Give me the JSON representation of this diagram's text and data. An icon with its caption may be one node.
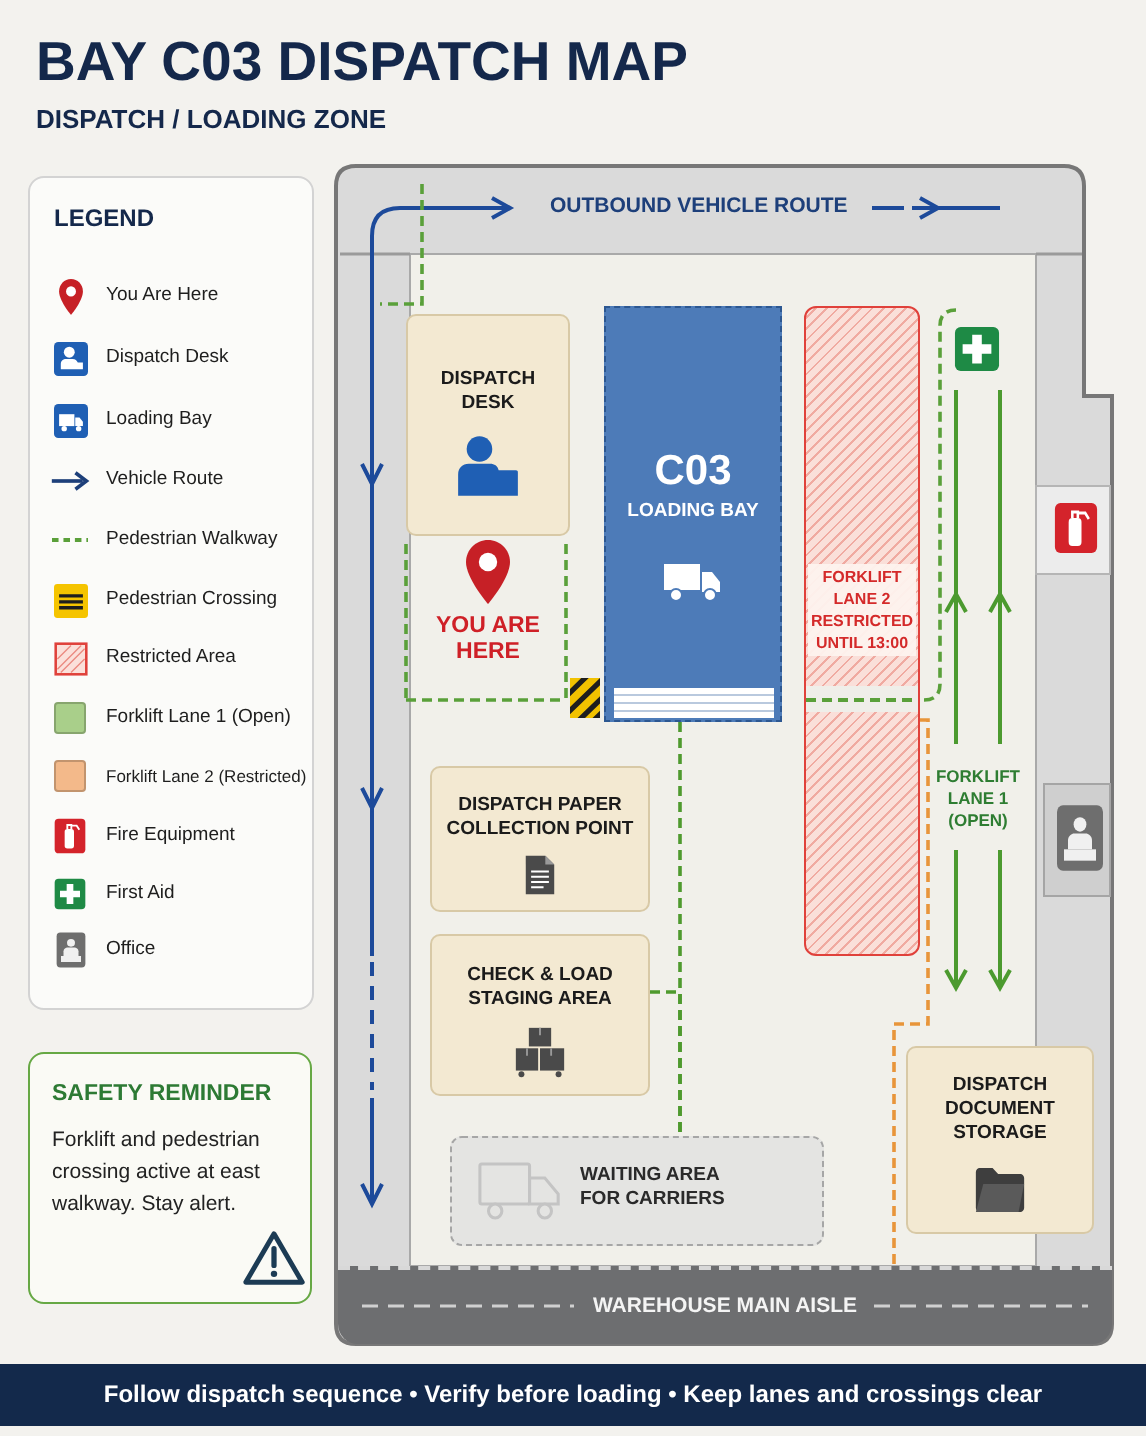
{
  "diagram": {
    "title": "BAY C03 DISPATCH MAP",
    "nodes": [
      {
        "text": [
          "SAFETY REMINDER",
          "Forklift and pedestrian crossing active at east walkway. Stay alert."
        ]
      },
      {
        "text": [
          "DISPATCH DESK"
        ]
      },
      {
        "text": [
          "C03",
          "LOADING BAY"
        ]
      },
      {
        "text": [
          "FORKLIFT LANE 2 RESTRICTED UNTIL 13:00"
        ]
      },
      {
        "text": [
          "DISPATCH PAPER COLLECTION POINT"
        ]
      },
      {
        "text": [
          "CHECK & LOAD STAGING AREA"
        ]
      },
      {
        "text": [
          "DISPATCH DOCUMENT STORAGE"
        ]
      },
      {
        "text": [
          "WAITING AREA FOR CARRIERS"
        ]
      },
      {
        "text": [
          "WAREHOUSE MAIN AISLE"
        ]
      },
      {
        "text": [
          "Follow dispatch sequence • Verify before loading • Keep lanes and crossings clear"
        ]
      }
    ],
    "edges": [
      {
        "from": 2,
        "to": 7,
        "arrow": "none",
        "style": "dashed",
        "color": "#4f9a2e"
      },
      {
        "from": 5,
        "to": 7,
        "arrow": "none",
        "style": "dashed",
        "color": "#4f9a2e"
      },
      {
        "from": 3,
        "to": 8,
        "arrow": "none",
        "style": "dashed",
        "color": "#e8953a"
      }
    ],
    "labels": [
      "DISPATCH / LOADING ZONE",
      "LEGEND",
      "OUTBOUND VEHICLE ROUTE",
      "YOU ARE HERE",
      "FORKLIFT LANE 1 (OPEN)"
    ],
    "legend": [
      {
        "text": "You Are Here"
      },
      {
        "text": "Dispatch Desk"
      },
      {
        "text": "Loading Bay"
      },
      {
        "text": "Vehicle Route"
      },
      {
        "text": "Pedestrian Walkway"
      },
      {
        "text": "Pedestrian Crossing"
      },
      {
        "text": "Restricted Area"
      },
      {
        "text": "Forklift Lane 1 (Open)",
        "color": "#a9cf8a"
      },
      {
        "text": "Forklift Lane 2 (Restricted)",
        "color": "#f3b98a"
      },
      {
        "text": "Fire Equipment"
      },
      {
        "text": "First Aid"
      },
      {
        "text": "Office"
      }
    ]
  }
}
